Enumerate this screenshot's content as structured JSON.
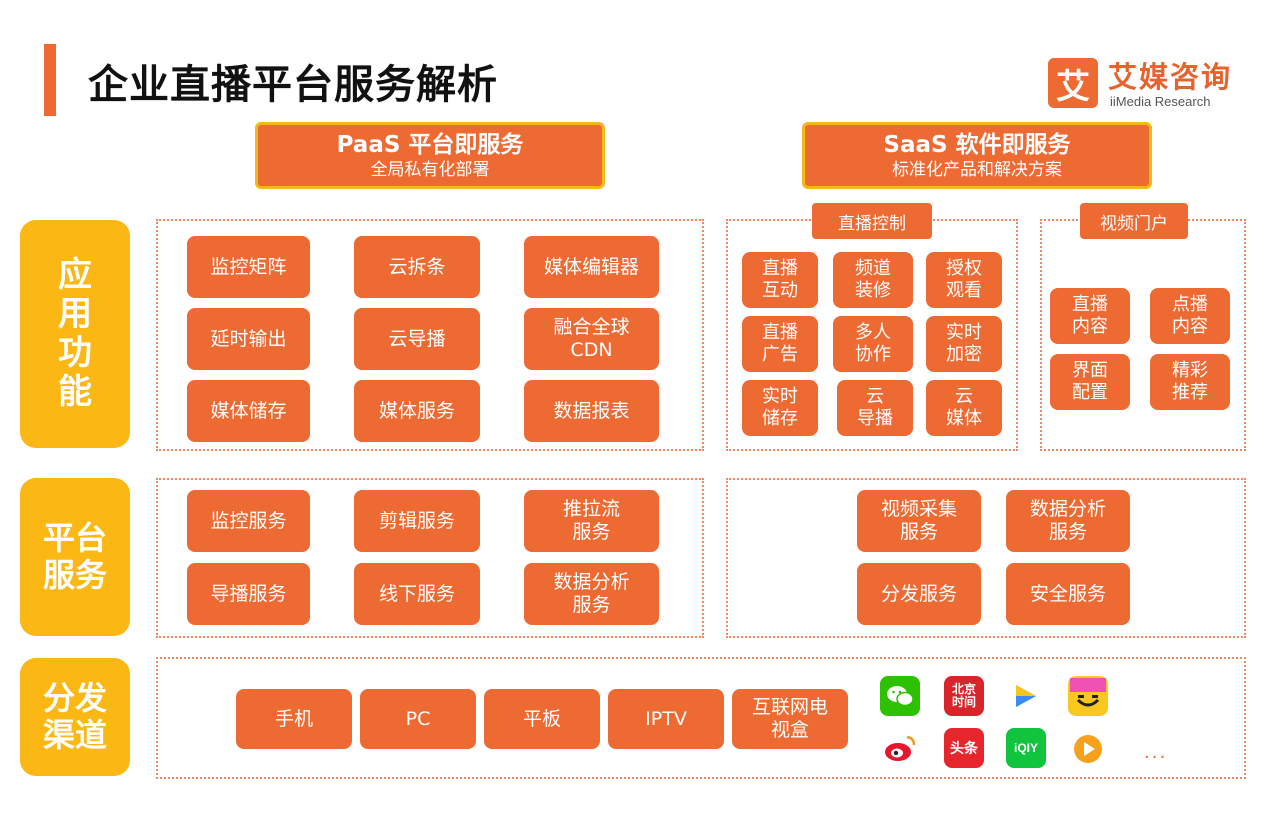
{
  "title": "企业直播平台服务解析",
  "logo": {
    "mark": "艾",
    "name_cn": "艾媒咨询",
    "name_en": "iiMedia Research"
  },
  "paas": {
    "title": "PaaS 平台即服务",
    "subtitle": "全局私有化部署"
  },
  "saas": {
    "title": "SaaS 软件即服务",
    "subtitle": "标准化产品和解决方案"
  },
  "categories": {
    "app": "应\n用\n功\n能",
    "platform": "平台\n服务",
    "dist": "分发\n渠道"
  },
  "app_paas": [
    "监控矩阵",
    "云拆条",
    "媒体编辑器",
    "延时输出",
    "云导播",
    "融合全球\nCDN",
    "媒体储存",
    "媒体服务",
    "数据报表"
  ],
  "live_control": {
    "label": "直播控制",
    "items": [
      "直播\n互动",
      "频道\n装修",
      "授权\n观看",
      "直播\n广告",
      "多人\n协作",
      "实时\n加密",
      "实时\n储存",
      "云\n导播",
      "云\n媒体"
    ]
  },
  "video_portal": {
    "label": "视频门户",
    "items": [
      "直播\n内容",
      "点播\n内容",
      "界面\n配置",
      "精彩\n推荐"
    ]
  },
  "platform_paas": [
    "监控服务",
    "剪辑服务",
    "推拉流\n服务",
    "导播服务",
    "线下服务",
    "数据分析\n服务"
  ],
  "platform_saas": [
    "视频采集\n服务",
    "数据分析\n服务",
    "分发服务",
    "安全服务"
  ],
  "channels": [
    "手机",
    "PC",
    "平板",
    "IPTV",
    "互联网电\n视盒"
  ],
  "apps": [
    {
      "name": "wechat-icon",
      "label": "",
      "color": "#2dc100"
    },
    {
      "name": "beijing-time-icon",
      "label": "北京\n时间",
      "color": "#d8242a"
    },
    {
      "name": "play-icon",
      "label": "",
      "color": "#ffffff"
    },
    {
      "name": "smile-icon",
      "label": "",
      "color": "#f9c81e"
    },
    {
      "name": "weibo-icon",
      "label": "",
      "color": "#ffffff"
    },
    {
      "name": "toutiao-icon",
      "label": "头条",
      "color": "#e6252c"
    },
    {
      "name": "iqiyi-icon",
      "label": "iQIY",
      "color": "#10c53d"
    },
    {
      "name": "video-face-icon",
      "label": "",
      "color": "#ffffff"
    }
  ],
  "more": "..."
}
